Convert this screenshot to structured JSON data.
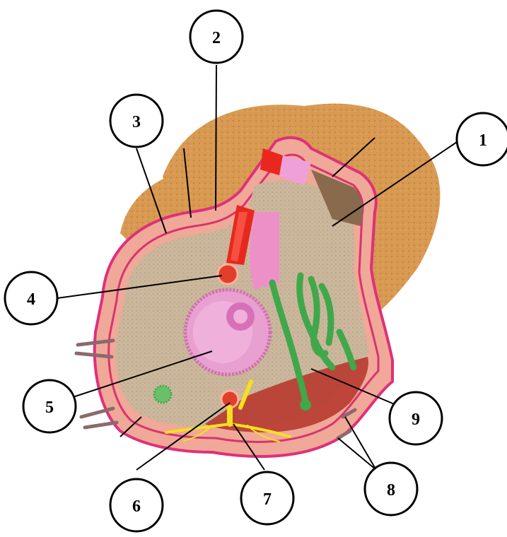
{
  "callouts": [
    {
      "id": "1",
      "label": "1"
    },
    {
      "id": "2",
      "label": "2"
    },
    {
      "id": "3",
      "label": "3"
    },
    {
      "id": "4",
      "label": "4"
    },
    {
      "id": "5",
      "label": "5"
    },
    {
      "id": "6",
      "label": "6"
    },
    {
      "id": "7",
      "label": "7"
    },
    {
      "id": "8",
      "label": "8"
    },
    {
      "id": "9",
      "label": "9"
    }
  ],
  "colors": {
    "outer_layer": "#cf8a3e",
    "body_wall": "#f0a898",
    "body_wall_edge": "#e0307a",
    "cavity": "#c8b49a",
    "red_organ": "#e8281e",
    "pink_organ": "#ee90c8",
    "green_organ": "#3fa84a",
    "yellow_nerve": "#f4e020",
    "muscle": "#b83a30"
  }
}
